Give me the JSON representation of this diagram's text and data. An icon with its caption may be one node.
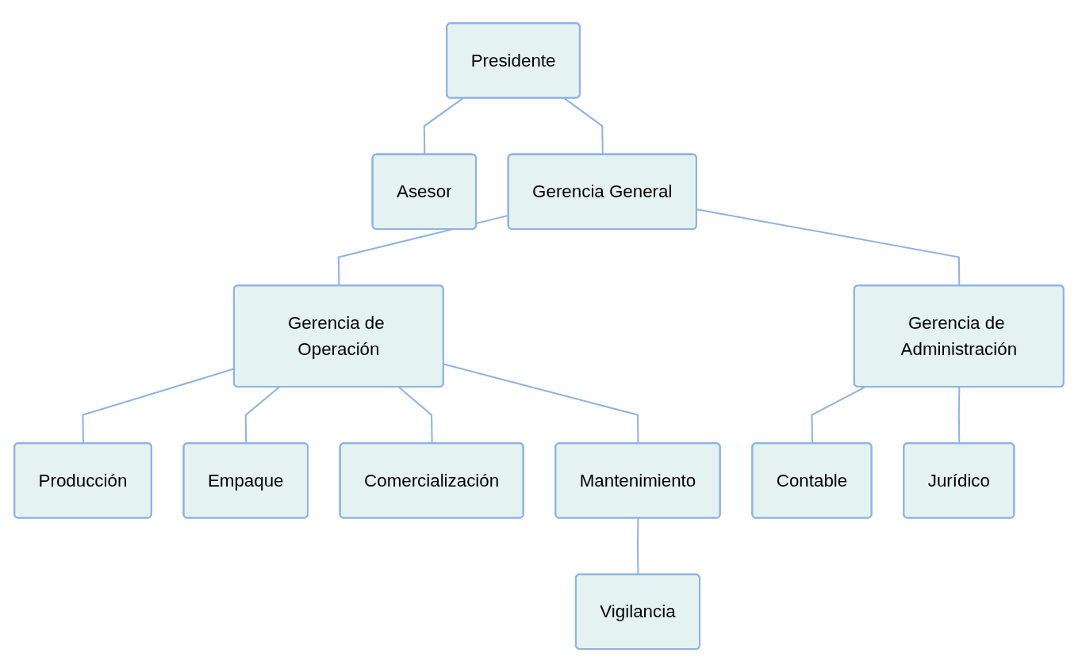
{
  "diagram": {
    "nodes": [
      {
        "text": [
          "Presidente"
        ]
      },
      {
        "text": [
          "Asesor"
        ]
      },
      {
        "text": [
          "Gerencia General"
        ]
      },
      {
        "text": [
          "Gerencia de Operación"
        ]
      },
      {
        "text": [
          "Gerencia de Administración"
        ]
      },
      {
        "text": [
          "Producción"
        ]
      },
      {
        "text": [
          "Empaque"
        ]
      },
      {
        "text": [
          "Comercialización"
        ]
      },
      {
        "text": [
          "Mantenimiento"
        ]
      },
      {
        "text": [
          "Vigilancia"
        ]
      },
      {
        "text": [
          "Contable"
        ]
      },
      {
        "text": [
          "Jurídico"
        ]
      }
    ],
    "edges": [
      {
        "from": 0,
        "to": 1,
        "arrow": "none"
      },
      {
        "from": 0,
        "to": 2,
        "arrow": "none"
      },
      {
        "from": 2,
        "to": 3,
        "arrow": "none"
      },
      {
        "from": 2,
        "to": 4,
        "arrow": "none"
      },
      {
        "from": 3,
        "to": 5,
        "arrow": "none"
      },
      {
        "from": 3,
        "to": 6,
        "arrow": "none"
      },
      {
        "from": 3,
        "to": 7,
        "arrow": "none"
      },
      {
        "from": 3,
        "to": 8,
        "arrow": "none"
      },
      {
        "from": 8,
        "to": 9,
        "arrow": "none"
      },
      {
        "from": 4,
        "to": 10,
        "arrow": "none"
      },
      {
        "from": 4,
        "to": 11,
        "arrow": "none"
      }
    ]
  }
}
